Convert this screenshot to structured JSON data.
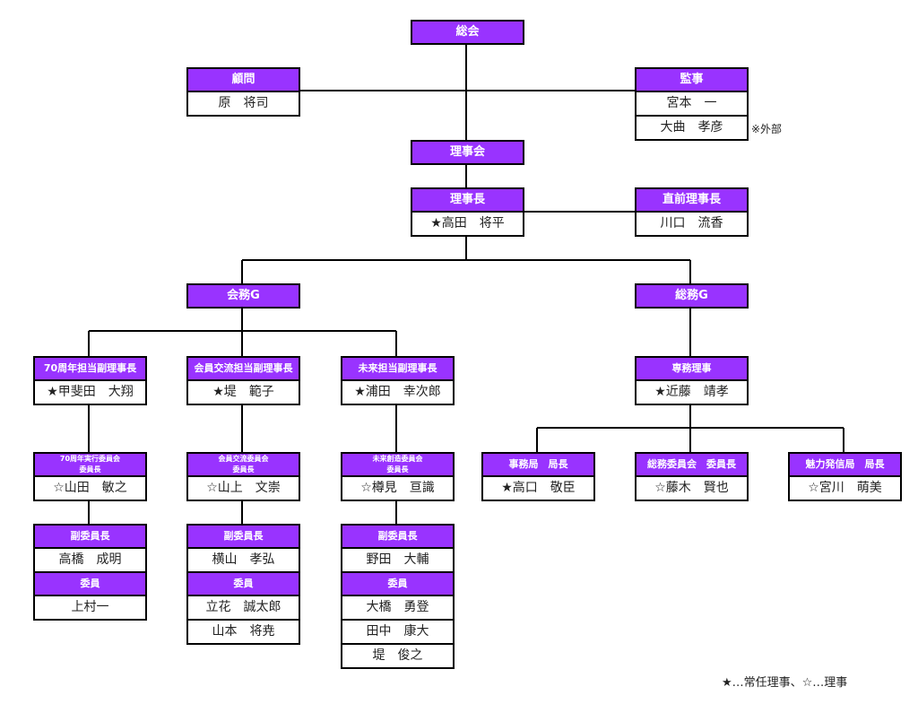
{
  "colors": {
    "header": "#9933ff",
    "line": "#000000"
  },
  "general_assembly": {
    "title": "総会"
  },
  "advisor": {
    "title": "顧問",
    "members": [
      "原　将司"
    ]
  },
  "auditor": {
    "title": "監事",
    "members": [
      "宮本　一",
      "大曲　孝彦"
    ],
    "note": "※外部"
  },
  "board": {
    "title": "理事会"
  },
  "president": {
    "title": "理事長",
    "members": [
      "★高田　将平"
    ]
  },
  "past_president": {
    "title": "直前理事長",
    "members": [
      "川口　流香"
    ]
  },
  "affairs_g": {
    "title": "会務G"
  },
  "general_g": {
    "title": "総務G"
  },
  "vp_70th": {
    "title": "70周年担当副理事長",
    "members": [
      "★甲斐田　大翔"
    ]
  },
  "vp_exchange": {
    "title": "会員交流担当副理事長",
    "members": [
      "★堤　範子"
    ]
  },
  "vp_future": {
    "title": "未来担当副理事長",
    "members": [
      "★浦田　幸次郎"
    ]
  },
  "executive_director": {
    "title": "専務理事",
    "members": [
      "★近藤　靖孝"
    ]
  },
  "cmte_70th": {
    "title1": "70周年実行委員会",
    "title2": "委員長",
    "chair": "☆山田　敏之",
    "vice_title": "副委員長",
    "vice": [
      "高橋　成明"
    ],
    "member_title": "委員",
    "members": [
      "上村一"
    ]
  },
  "cmte_exchange": {
    "title1": "会員交流委員会",
    "title2": "委員長",
    "chair": "☆山上　文崇",
    "vice_title": "副委員長",
    "vice": [
      "横山　孝弘"
    ],
    "member_title": "委員",
    "members": [
      "立花　誠太郎",
      "山本　将尭"
    ]
  },
  "cmte_future": {
    "title1": "未来創造委員会",
    "title2": "委員長",
    "chair": "☆樽見　亘識",
    "vice_title": "副委員長",
    "vice": [
      "野田　大輔"
    ],
    "member_title": "委員",
    "members": [
      "大橋　勇登",
      "田中　康大",
      "堤　俊之"
    ]
  },
  "secretariat": {
    "title": "事務局　局長",
    "members": [
      "★高口　敬臣"
    ]
  },
  "general_cmte": {
    "title": "総務委員会　委員長",
    "members": [
      "☆藤木　賢也"
    ]
  },
  "appeal_bureau": {
    "title": "魅力発信局　局長",
    "members": [
      "☆宮川　萌美"
    ]
  },
  "legend": "★…常任理事、☆…理事"
}
